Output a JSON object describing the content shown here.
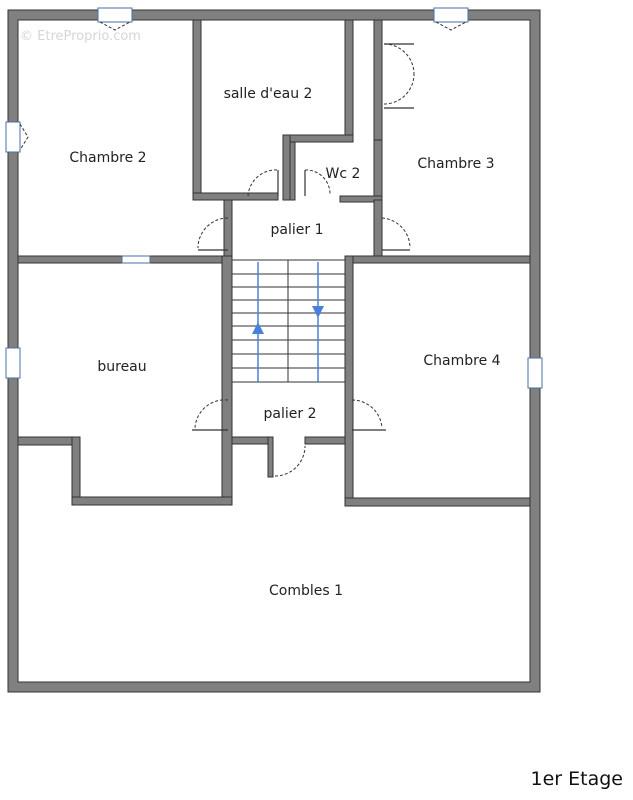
{
  "watermark": "© EtreProprio.com",
  "floor_label": "1er Etage",
  "rooms": {
    "chambre2": "Chambre 2",
    "salle_deau2": "salle d'eau 2",
    "wc2": "Wc 2",
    "chambre3": "Chambre 3",
    "palier1": "palier 1",
    "bureau": "bureau",
    "chambre4": "Chambre 4",
    "palier2": "palier 2",
    "combles1": "Combles 1"
  },
  "colors": {
    "wall": "#808080",
    "stair_arrow": "#4a80d9",
    "window": "#4a6fa5"
  }
}
